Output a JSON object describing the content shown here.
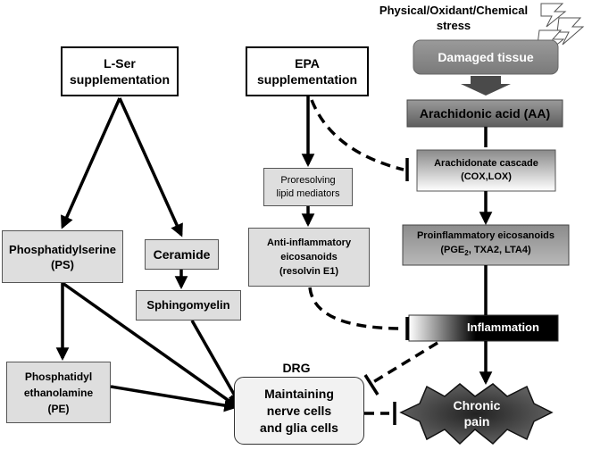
{
  "stress": {
    "line1": "Physical/Oxidant/Chemical",
    "line2": "stress"
  },
  "damaged_tissue": "Damaged tissue",
  "arachidonic_acid": "Arachidonic acid (AA)",
  "cascade": {
    "line1": "Arachidonate cascade",
    "line2": "(COX,LOX)"
  },
  "proinflammatory": {
    "line1": "Proinflammatory eicosanoids",
    "line2_a": "(PGE",
    "line2_sub": "2",
    "line2_b": ", TXA2, LTA4)"
  },
  "inflammation": "Inflammation",
  "chronic_pain": {
    "line1": "Chronic",
    "line2": "pain"
  },
  "lser": {
    "line1": "L-Ser",
    "line2": "supplementation"
  },
  "epa": {
    "line1": "EPA",
    "line2": "supplementation"
  },
  "proresolving": {
    "line1": "Proresolving",
    "line2": "lipid mediators"
  },
  "antiinflammatory": {
    "line1": "Anti-inflammatory",
    "line2": "eicosanoids",
    "line3": "(resolvin E1)"
  },
  "ps": {
    "line1": "Phosphatidylserine",
    "line2": "(PS)"
  },
  "ceramide": "Ceramide",
  "sphingomyelin": "Sphingomyelin",
  "pe": {
    "line1": "Phosphatidyl",
    "line2": "ethanolamine",
    "line3": "(PE)"
  },
  "drg": "DRG",
  "nerve": {
    "line1": "Maintaining",
    "line2": "nerve cells",
    "line3": "and glia cells"
  },
  "colors": {
    "dark_box": "#555555",
    "light_box": "#dedede",
    "arrow": "#000000"
  }
}
